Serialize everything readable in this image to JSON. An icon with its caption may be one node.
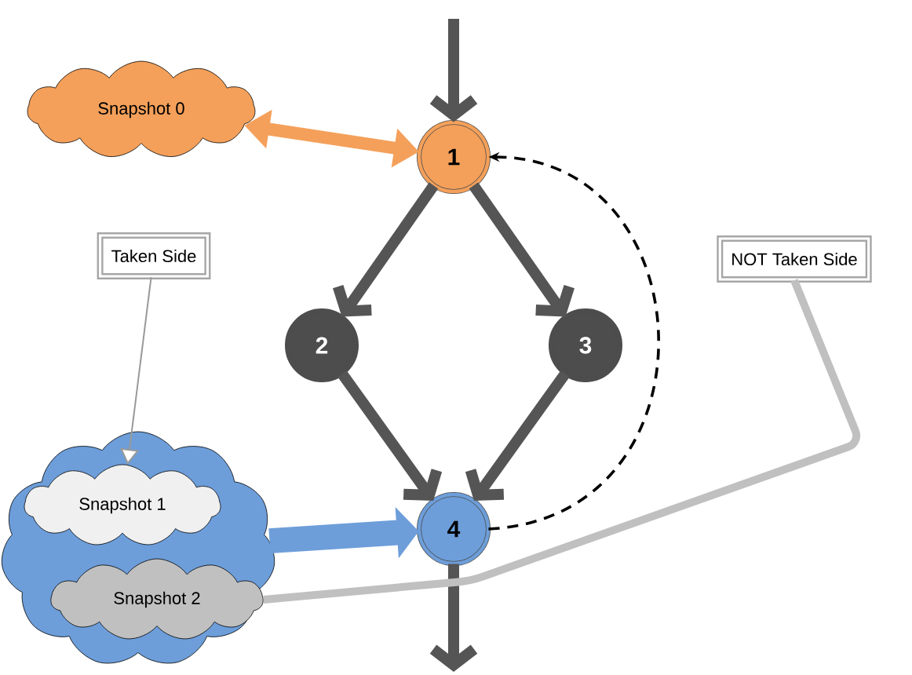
{
  "diagram": {
    "nodes": [
      {
        "text": [
          "Snapshot 0"
        ]
      },
      {
        "text": [
          "1"
        ]
      },
      {
        "text": [
          "2"
        ]
      },
      {
        "text": [
          "3"
        ]
      },
      {
        "text": [
          "4"
        ]
      },
      {
        "text": [
          "Taken Side"
        ]
      },
      {
        "text": [
          "NOT Taken Side"
        ]
      },
      {
        "text": [],
        "shape": "cloud"
      },
      {
        "text": [
          "Snapshot 1"
        ],
        "in": 7
      },
      {
        "text": [
          "Snapshot 2"
        ],
        "in": 7
      }
    ],
    "edges": [
      {
        "from": null,
        "to": 1,
        "arrow": "to"
      },
      {
        "from": 0,
        "to": 1,
        "arrow": "both",
        "color": "#f4a05a"
      },
      {
        "from": 1,
        "to": 2,
        "arrow": "to"
      },
      {
        "from": 1,
        "to": 3,
        "arrow": "to"
      },
      {
        "from": 2,
        "to": 4,
        "arrow": "to"
      },
      {
        "from": 3,
        "to": 4,
        "arrow": "to"
      },
      {
        "from": 4,
        "to": 1,
        "arrow": "to",
        "style": "dashed",
        "color": "#000000"
      },
      {
        "from": 4,
        "to": null,
        "arrow": "to"
      },
      {
        "from": 5,
        "to": 8,
        "arrow": "to",
        "color": "#999999"
      },
      {
        "from": 7,
        "to": 4,
        "arrow": "to",
        "style": "thick",
        "color": "#6d9eda"
      },
      {
        "from": 6,
        "to": 9,
        "arrow": "none",
        "color": "#c0c0c0"
      }
    ]
  }
}
